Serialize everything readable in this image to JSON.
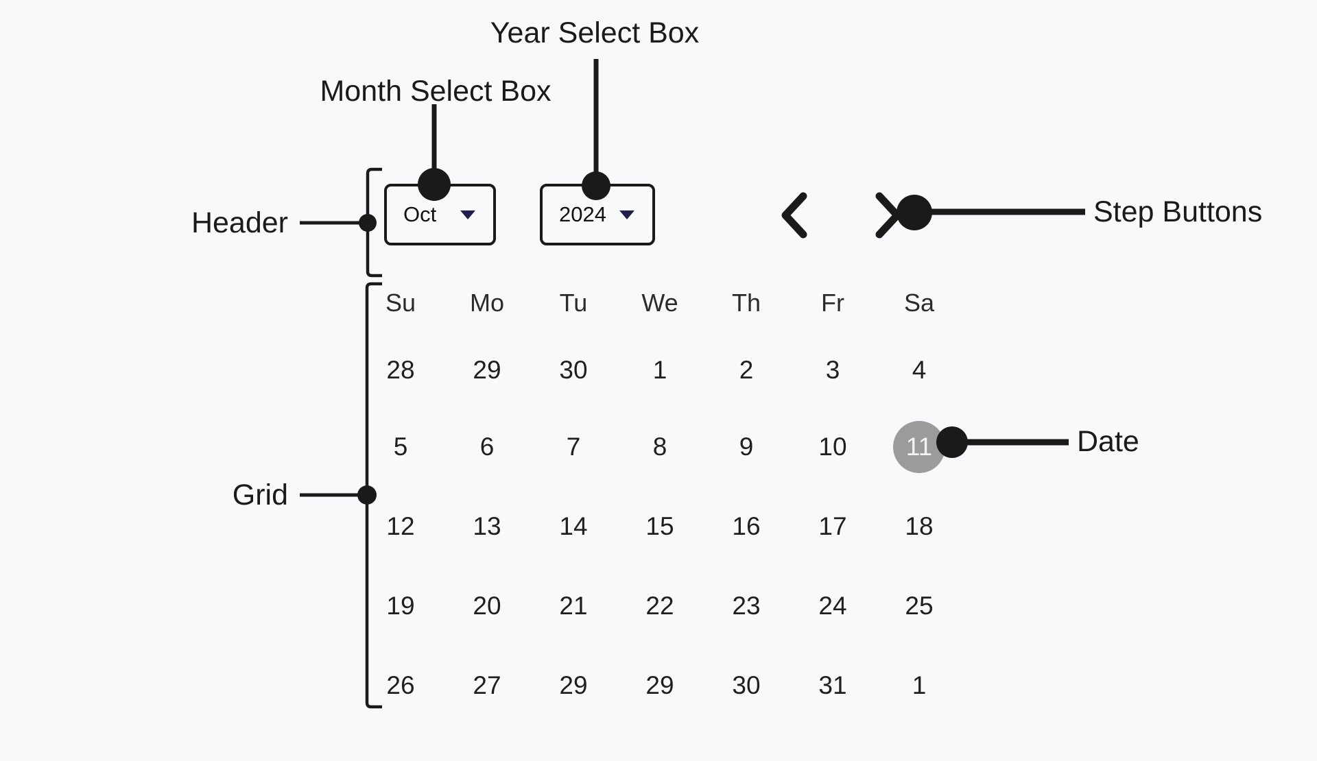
{
  "colors": {
    "bg": "#f8f9fa",
    "ink": "#1a1a1a",
    "caret": "#1f1f4e",
    "selected-bg": "#9b9b9b",
    "selected-text": "#f3f3f3"
  },
  "annotations": {
    "year_select_label": "Year Select Box",
    "month_select_label": "Month Select Box",
    "header_label": "Header",
    "step_buttons_label": "Step Buttons",
    "grid_label": "Grid",
    "date_label": "Date"
  },
  "icons": {
    "prev": "chevron-left-icon",
    "next": "chevron-right-icon",
    "month_caret": "caret-down-icon",
    "year_caret": "caret-down-icon"
  },
  "calendar": {
    "month_value": "Oct",
    "year_value": "2024",
    "day_headers": [
      "Su",
      "Mo",
      "Tu",
      "We",
      "Th",
      "Fr",
      "Sa"
    ],
    "weeks": [
      [
        "28",
        "29",
        "30",
        "1",
        "2",
        "3",
        "4"
      ],
      [
        "5",
        "6",
        "7",
        "8",
        "9",
        "10",
        "11"
      ],
      [
        "12",
        "13",
        "14",
        "15",
        "16",
        "17",
        "18"
      ],
      [
        "19",
        "20",
        "21",
        "22",
        "23",
        "24",
        "25"
      ],
      [
        "26",
        "27",
        "29",
        "29",
        "30",
        "31",
        "1"
      ]
    ],
    "selected": {
      "week_index": 1,
      "day_index": 6,
      "value": "11"
    }
  }
}
